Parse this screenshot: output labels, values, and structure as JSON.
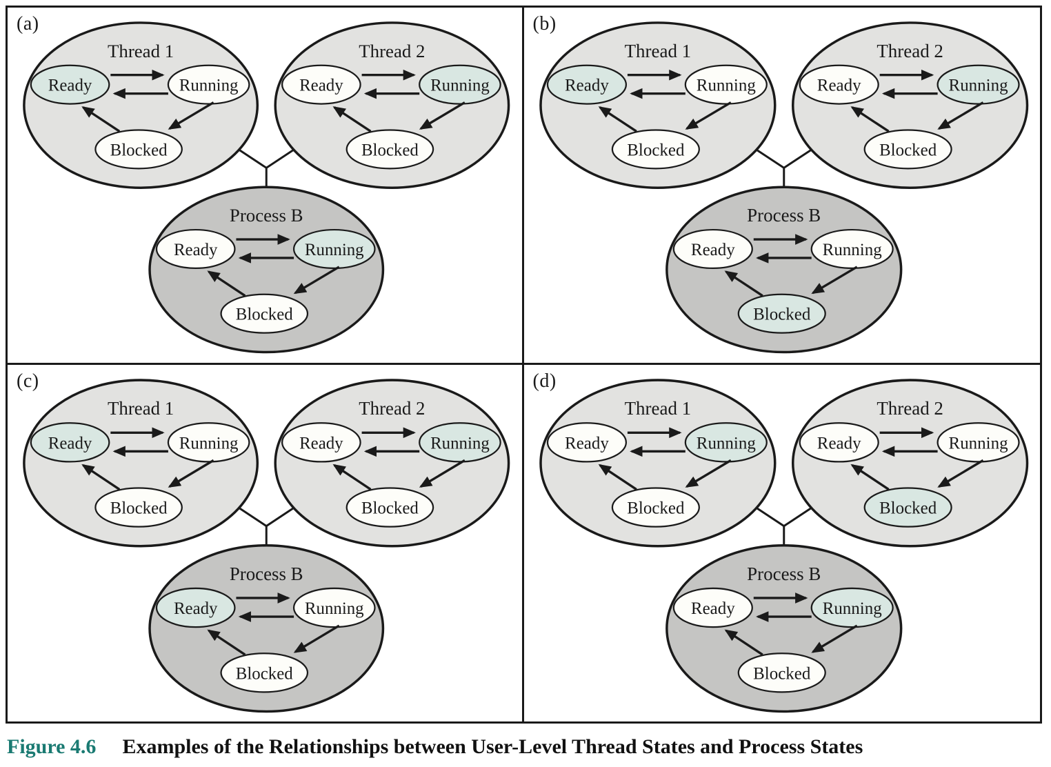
{
  "caption": {
    "label": "Figure 4.6",
    "title": "Examples of the Relationships between User-Level Thread States and Process States"
  },
  "colors": {
    "thread_fill": "#e2e2e0",
    "process_fill": "#c5c5c3",
    "state_fill": "#fdfdf9",
    "highlight_fill": "#d9e7e2",
    "stroke": "#1a1a1a",
    "caption_accent": "#1a7a72"
  },
  "states": [
    "Ready",
    "Running",
    "Blocked"
  ],
  "transitions": [
    {
      "from": "Ready",
      "to": "Running"
    },
    {
      "from": "Running",
      "to": "Ready"
    },
    {
      "from": "Running",
      "to": "Blocked"
    },
    {
      "from": "Blocked",
      "to": "Ready"
    }
  ],
  "panels": [
    {
      "id": "a",
      "label": "(a)",
      "groups": [
        {
          "key": "thread1",
          "name": "Thread 1",
          "type": "thread",
          "highlighted": "Ready"
        },
        {
          "key": "thread2",
          "name": "Thread 2",
          "type": "thread",
          "highlighted": "Running"
        },
        {
          "key": "processB",
          "name": "Process B",
          "type": "process",
          "highlighted": "Running"
        }
      ]
    },
    {
      "id": "b",
      "label": "(b)",
      "groups": [
        {
          "key": "thread1",
          "name": "Thread 1",
          "type": "thread",
          "highlighted": "Ready"
        },
        {
          "key": "thread2",
          "name": "Thread 2",
          "type": "thread",
          "highlighted": "Running"
        },
        {
          "key": "processB",
          "name": "Process B",
          "type": "process",
          "highlighted": "Blocked"
        }
      ]
    },
    {
      "id": "c",
      "label": "(c)",
      "groups": [
        {
          "key": "thread1",
          "name": "Thread 1",
          "type": "thread",
          "highlighted": "Ready"
        },
        {
          "key": "thread2",
          "name": "Thread 2",
          "type": "thread",
          "highlighted": "Running"
        },
        {
          "key": "processB",
          "name": "Process B",
          "type": "process",
          "highlighted": "Ready"
        }
      ]
    },
    {
      "id": "d",
      "label": "(d)",
      "groups": [
        {
          "key": "thread1",
          "name": "Thread 1",
          "type": "thread",
          "highlighted": "Running"
        },
        {
          "key": "thread2",
          "name": "Thread 2",
          "type": "thread",
          "highlighted": "Blocked"
        },
        {
          "key": "processB",
          "name": "Process B",
          "type": "process",
          "highlighted": "Running"
        }
      ]
    }
  ]
}
